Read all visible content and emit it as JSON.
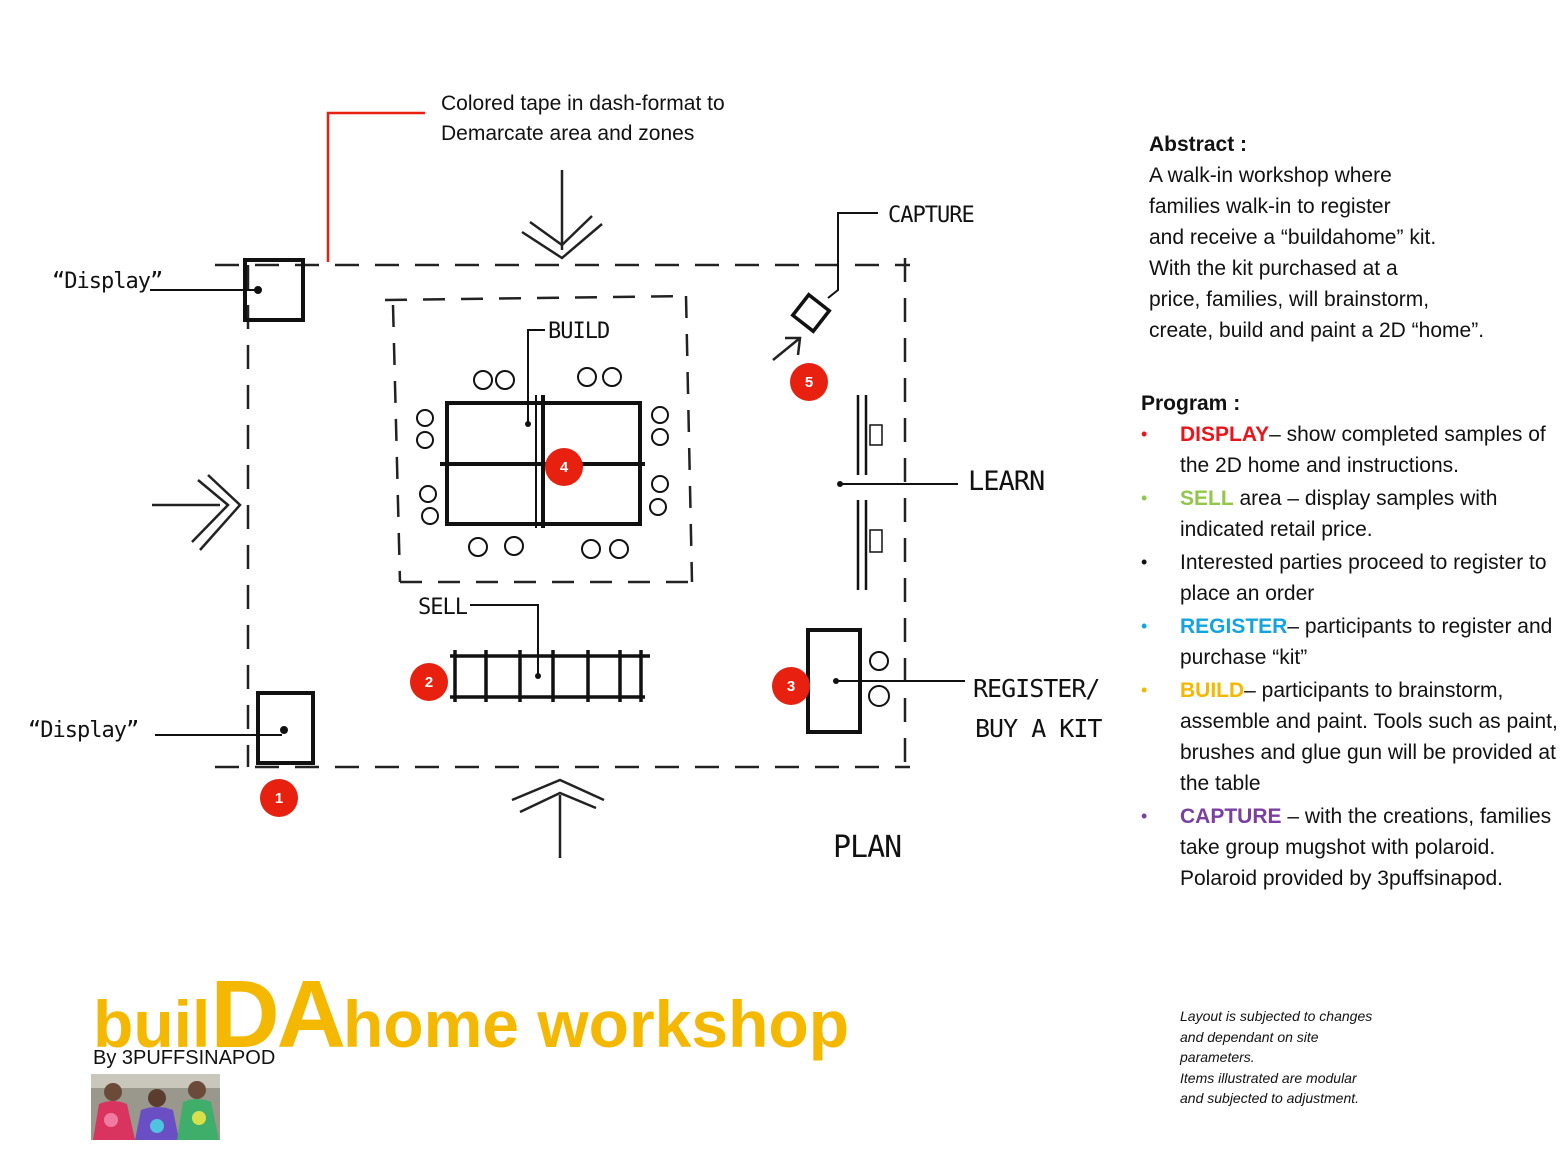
{
  "annotation": {
    "tape_line1": "Colored tape in dash-format to",
    "tape_line2": "Demarcate area and zones"
  },
  "sketch_labels": {
    "display_top": "“Display”",
    "display_bottom": "“Display”",
    "build": "BUILD",
    "sell": "SELL",
    "capture": "CAPTURE",
    "learn": "LEARN",
    "register_line1": "REGISTER/",
    "register_line2": "BUY A KIT",
    "plan": "PLAN"
  },
  "markers": [
    "1",
    "2",
    "3",
    "4",
    "5"
  ],
  "abstract": {
    "heading": "Abstract :",
    "lines": [
      "A walk-in workshop where",
      "families walk-in to register",
      "and receive a “buildahome” kit.",
      "With the kit purchased at a",
      "price, families, will brainstorm,",
      "create, build and paint a 2D “home”."
    ]
  },
  "program": {
    "heading": "Program :",
    "items": [
      {
        "keyword": "DISPLAY",
        "color": "#e8151b",
        "text": "– show completed samples of the 2D home and instructions."
      },
      {
        "keyword": "SELL",
        "color": "#92c74a",
        "text": " area – display samples with indicated retail price."
      },
      {
        "keyword": "",
        "color": "#111111",
        "text": "Interested parties proceed to register to place an order"
      },
      {
        "keyword": "REGISTER",
        "color": "#13a4e0",
        "text": "– participants to register and purchase “kit”"
      },
      {
        "keyword": "BUILD",
        "color": "#f5b800",
        "text": "– participants to brainstorm, assemble and paint. Tools such as paint, brushes and glue gun will be provided at the table"
      },
      {
        "keyword": "CAPTURE",
        "color": "#7a3fa0",
        "text": " – with the creations, families take group mugshot with polaroid. Polaroid provided by 3puffsinapod."
      }
    ]
  },
  "notes": {
    "line1": "Layout is subjected to changes",
    "line2": "and dependant on site",
    "line3": "parameters.",
    "line4": "Items illustrated are modular",
    "line5": "and subjected to adjustment."
  },
  "title": {
    "part1": "buil",
    "part2": "DA",
    "part3": "home workshop"
  },
  "byline": "By 3PUFFSINAPOD",
  "colors": {
    "marker_red": "#e8200f",
    "leader_red": "#e8200f",
    "title_yellow": "#f5b800"
  }
}
